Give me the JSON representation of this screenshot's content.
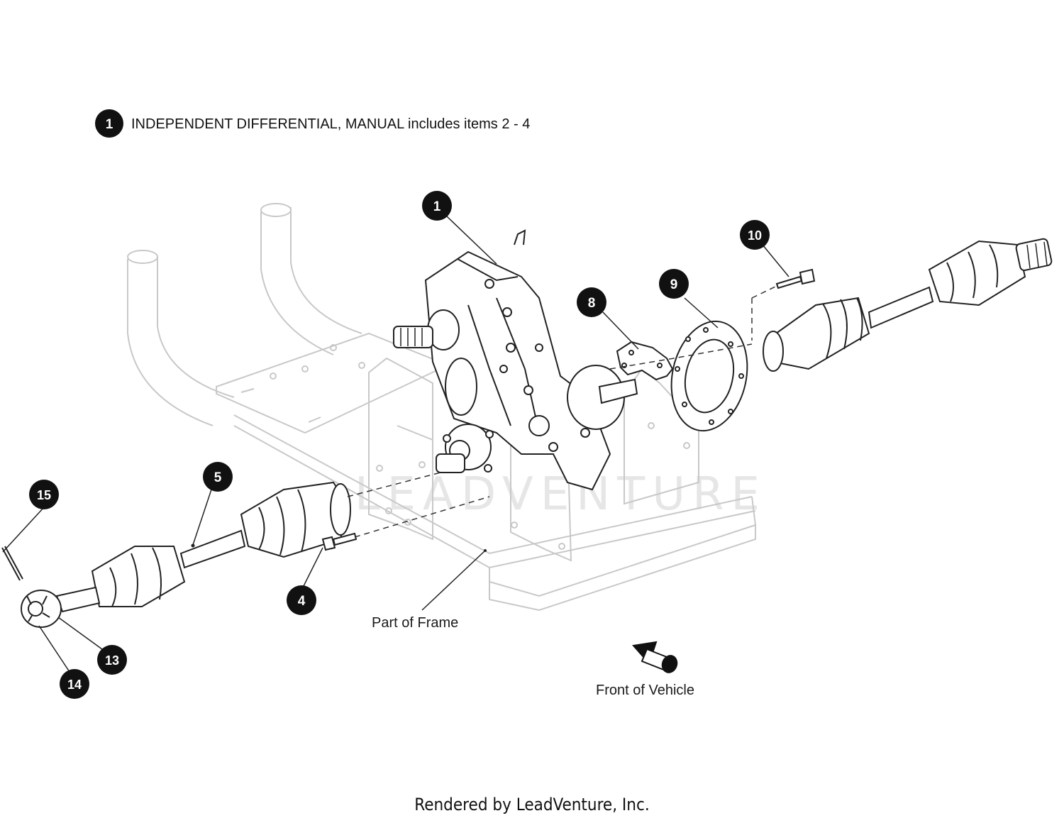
{
  "legend": {
    "number": "1",
    "text": "INDEPENDENT DIFFERENTIAL, MANUAL includes items 2 - 4"
  },
  "callouts": [
    {
      "id": "1"
    },
    {
      "id": "4"
    },
    {
      "id": "5"
    },
    {
      "id": "8"
    },
    {
      "id": "9"
    },
    {
      "id": "10"
    },
    {
      "id": "13"
    },
    {
      "id": "14"
    },
    {
      "id": "15"
    }
  ],
  "labels": {
    "part_of_frame": "Part of Frame",
    "front_of_vehicle": "Front of Vehicle"
  },
  "watermark": "LEADVENTURE",
  "footer": "Rendered by LeadVenture, Inc.",
  "colors": {
    "callout_fill": "#111111",
    "callout_text": "#ffffff",
    "frame_line": "#c8c8c8",
    "part_line": "#222222"
  }
}
